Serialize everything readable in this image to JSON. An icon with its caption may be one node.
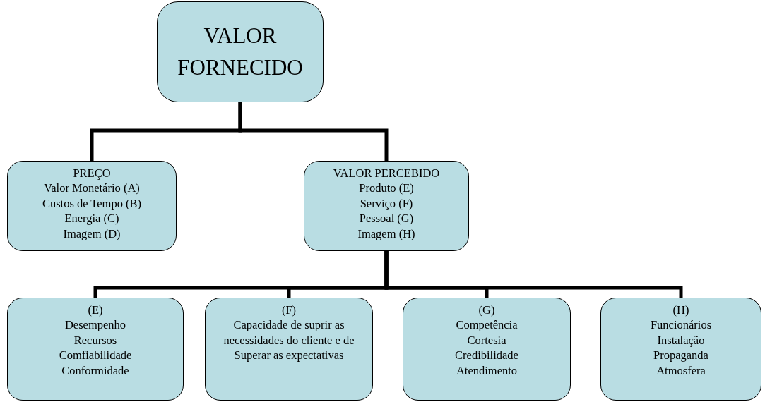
{
  "diagram": {
    "nodes": [
      {
        "text": [
          "VALOR FORNECIDO"
        ]
      },
      {
        "text": [
          "PREÇO",
          "Valor Monetário (A)",
          "Custos de Tempo (B)",
          "Energia (C)",
          "Imagem (D)"
        ]
      },
      {
        "text": [
          "VALOR PERCEBIDO",
          "Produto (E)",
          "Serviço (F)",
          "Pessoal (G)",
          "Imagem (H)"
        ]
      },
      {
        "text": [
          "(E)",
          "Desempenho",
          "Recursos",
          "Comfiabilidade",
          "Conformidade"
        ]
      },
      {
        "text": [
          "(F)",
          "Capacidade de suprir as necessidades do cliente e de Superar as expectativas"
        ]
      },
      {
        "text": [
          "(G)",
          "Competência",
          "Cortesia",
          "Credibilidade",
          "Atendimento"
        ]
      },
      {
        "text": [
          "(H)",
          "Funcionários",
          "Instalação",
          "Propaganda",
          "Atmosfera"
        ]
      }
    ],
    "edges": [
      {
        "from": 0,
        "to": 1,
        "arrow": "none"
      },
      {
        "from": 0,
        "to": 2,
        "arrow": "none"
      },
      {
        "from": 2,
        "to": 3,
        "arrow": "none"
      },
      {
        "from": 2,
        "to": 4,
        "arrow": "none"
      },
      {
        "from": 2,
        "to": 5,
        "arrow": "none"
      },
      {
        "from": 2,
        "to": 6,
        "arrow": "none"
      }
    ]
  }
}
